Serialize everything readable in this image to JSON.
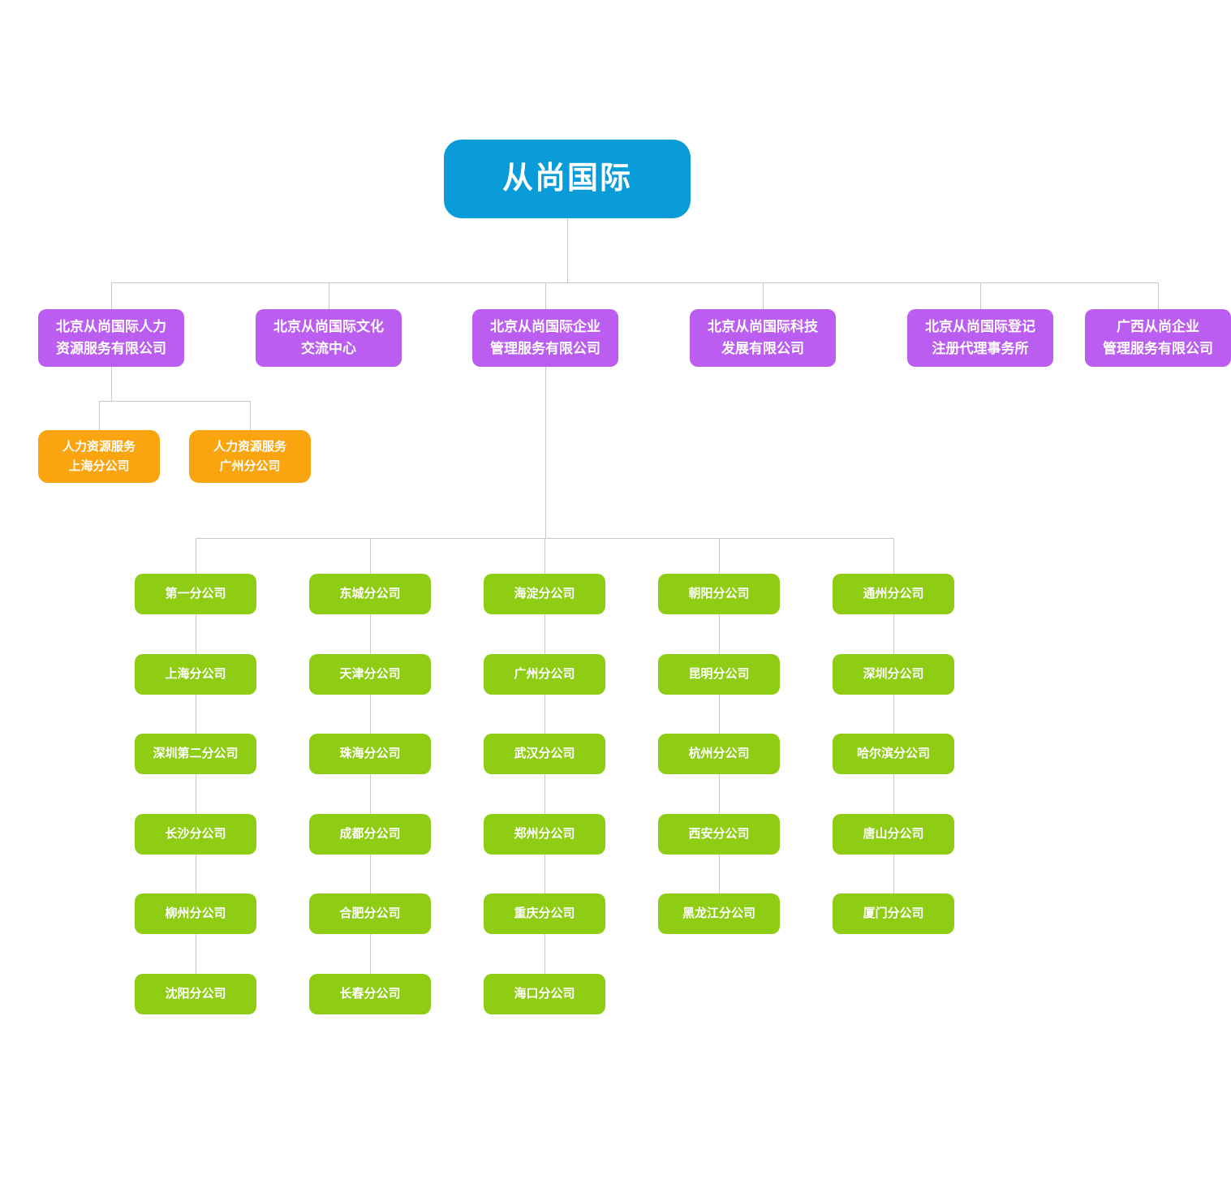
{
  "colors": {
    "root_fill": "#0a9cd8",
    "subsidiary_fill": "#ba5df0",
    "hr_branch_fill": "#faa40f",
    "branch_fill": "#8fcc14",
    "connector": "#c8c8c8",
    "node_text": "#ffffff"
  },
  "root": {
    "label": "从尚国际"
  },
  "subsidiaries": [
    {
      "label": "北京从尚国际人力\n资源服务有限公司"
    },
    {
      "label": "北京从尚国际文化\n交流中心"
    },
    {
      "label": "北京从尚国际企业\n管理服务有限公司"
    },
    {
      "label": "北京从尚国际科技\n发展有限公司"
    },
    {
      "label": "北京从尚国际登记\n注册代理事务所"
    },
    {
      "label": "广西从尚企业\n管理服务有限公司"
    }
  ],
  "hr_branches": [
    {
      "label": "人力资源服务\n上海分公司"
    },
    {
      "label": "人力资源服务\n广州分公司"
    }
  ],
  "branch_columns": [
    [
      "第一分公司",
      "上海分公司",
      "深圳第二分公司",
      "长沙分公司",
      "柳州分公司",
      "沈阳分公司"
    ],
    [
      "东城分公司",
      "天津分公司",
      "珠海分公司",
      "成都分公司",
      "合肥分公司",
      "长春分公司"
    ],
    [
      "海淀分公司",
      "广州分公司",
      "武汉分公司",
      "郑州分公司",
      "重庆分公司",
      "海口分公司"
    ],
    [
      "朝阳分公司",
      "昆明分公司",
      "杭州分公司",
      "西安分公司",
      "黑龙江分公司"
    ],
    [
      "通州分公司",
      "深圳分公司",
      "哈尔滨分公司",
      "唐山分公司",
      "厦门分公司"
    ]
  ]
}
